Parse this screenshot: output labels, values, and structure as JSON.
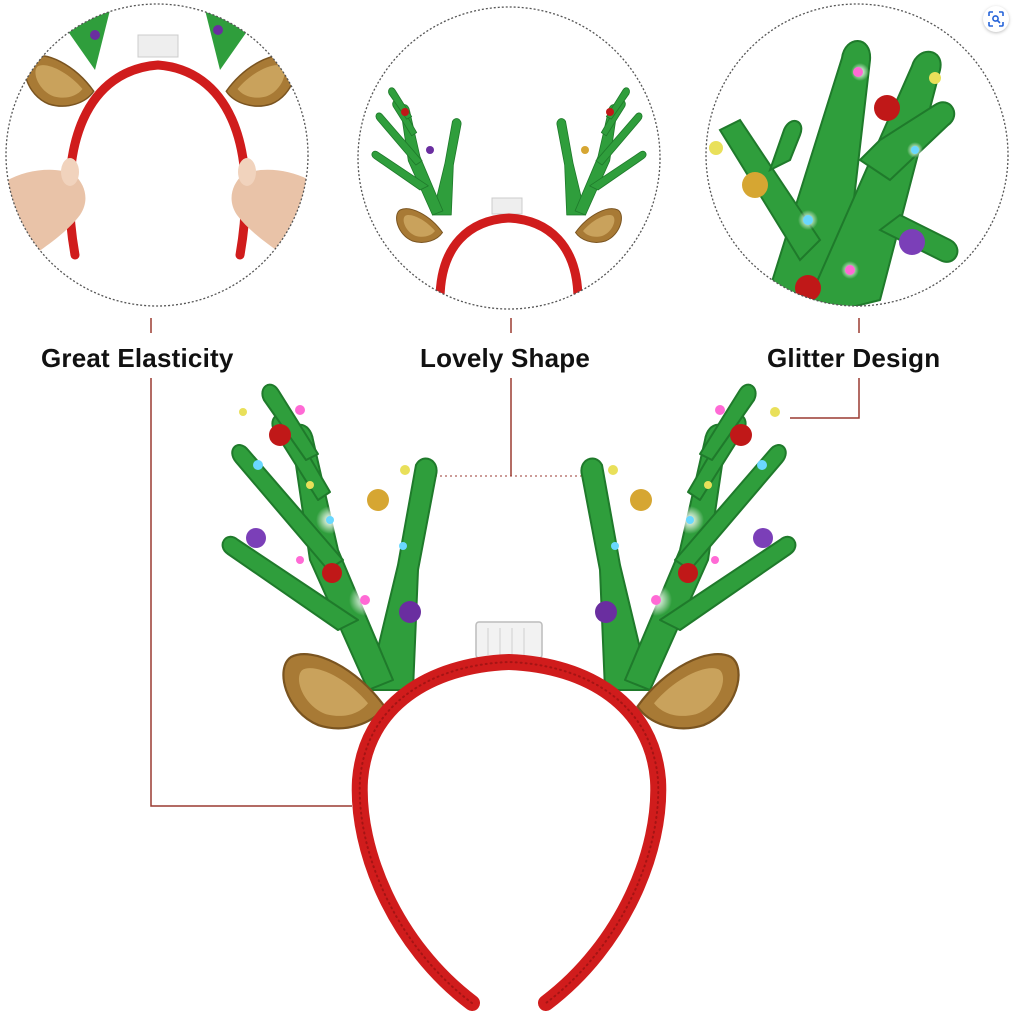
{
  "labels": {
    "elasticity": "Great Elasticity",
    "shape": "Lovely Shape",
    "glitter": "Glitter Design"
  },
  "icons": {
    "visual_search": "visual-search-icon"
  },
  "colors": {
    "antler_green": "#2f9e3c",
    "headband_red": "#d01c1c",
    "ear_tan": "#b8893f",
    "leader_line": "#9a3a30"
  }
}
